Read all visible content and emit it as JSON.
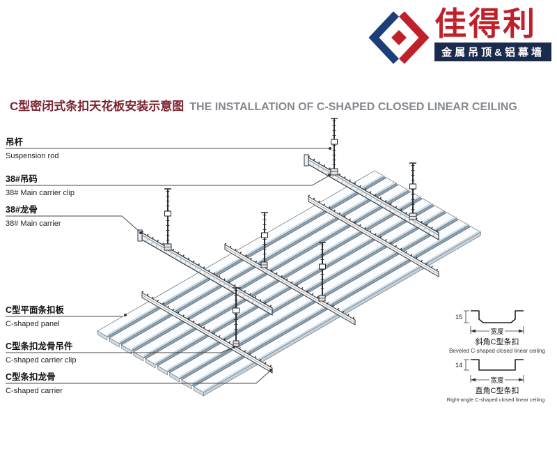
{
  "logo": {
    "brand": "佳得利",
    "tagline": "金属吊顶&铝幕墙",
    "colors": {
      "red": "#c0202a",
      "blue": "#1d3f77",
      "navy": "#1b2b4d"
    }
  },
  "title": {
    "zh": "C型密闭式条扣天花板安装示意图",
    "en": "THE INSTALLATION OF C-SHAPED CLOSED LINEAR CEILING"
  },
  "labels": [
    {
      "zh": "吊杆",
      "en": "Suspension rod"
    },
    {
      "zh": "38#吊码",
      "en": "38# Main carrier clip"
    },
    {
      "zh": "38#龙骨",
      "en": "38# Main carrier"
    },
    {
      "zh": "C型平面条扣板",
      "en": "C-shaped panel"
    },
    {
      "zh": "C型条扣龙骨吊件",
      "en": "C-shaped carrier clip"
    },
    {
      "zh": "C型条扣龙骨",
      "en": "C-shaped carrier"
    }
  ],
  "profiles": [
    {
      "height": "15",
      "width_label": "宽度",
      "zh": "斜角C型条扣",
      "en": "Beveled C-shaped closed linear ceiling"
    },
    {
      "height": "14",
      "width_label": "宽度",
      "zh": "直角C型条扣",
      "en": "Right-angle C-shaped closed linear ceiling"
    }
  ]
}
